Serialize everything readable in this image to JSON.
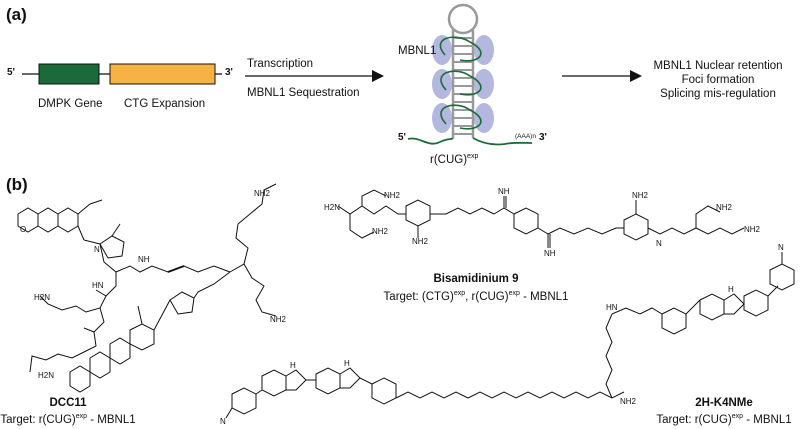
{
  "panel_a": {
    "label": "(a)",
    "gene": {
      "five_prime": "5'",
      "three_prime": "3'",
      "dmpk_label": "DMPK Gene",
      "ctg_label": "CTG Expansion",
      "dmpk_color": "#1b6b3a",
      "ctg_color": "#f6b243"
    },
    "arrow1": {
      "top": "Transcription",
      "bottom": "MBNL1 Sequestration"
    },
    "rna": {
      "protein_label": "MBNL1",
      "five_prime": "5'",
      "poly_a": "(AAA)n",
      "three_prime": "3'",
      "name": "r(CUG)",
      "name_sup": "exp",
      "protein_color": "#a7acd8",
      "strand_color": "#1b6b3a"
    },
    "outcomes": [
      "MBNL1 Nuclear retention",
      "Foci formation",
      "Splicing mis-regulation"
    ]
  },
  "panel_b": {
    "label": "(b)",
    "compounds": [
      {
        "name": "DCC11",
        "target_prefix": "Target: r(CUG)",
        "target_sup": "exp",
        "target_suffix": " - MBNL1"
      },
      {
        "name": "Bisamidinium 9",
        "target_prefix": "Target: (CTG)",
        "target_sup": "exp",
        "target_mid": ", r(CUG)",
        "target_sup2": "exp",
        "target_suffix": " - MBNL1"
      },
      {
        "name": "2H-K4NMe",
        "target_prefix": "Target: r(CUG)",
        "target_sup": "exp",
        "target_suffix": " - MBNL1"
      }
    ],
    "atom_labels": {
      "nh2": "NH2",
      "nh": "NH",
      "hn": "HN",
      "n": "N",
      "h": "H",
      "o": "O",
      "h2n": "H2N"
    }
  }
}
